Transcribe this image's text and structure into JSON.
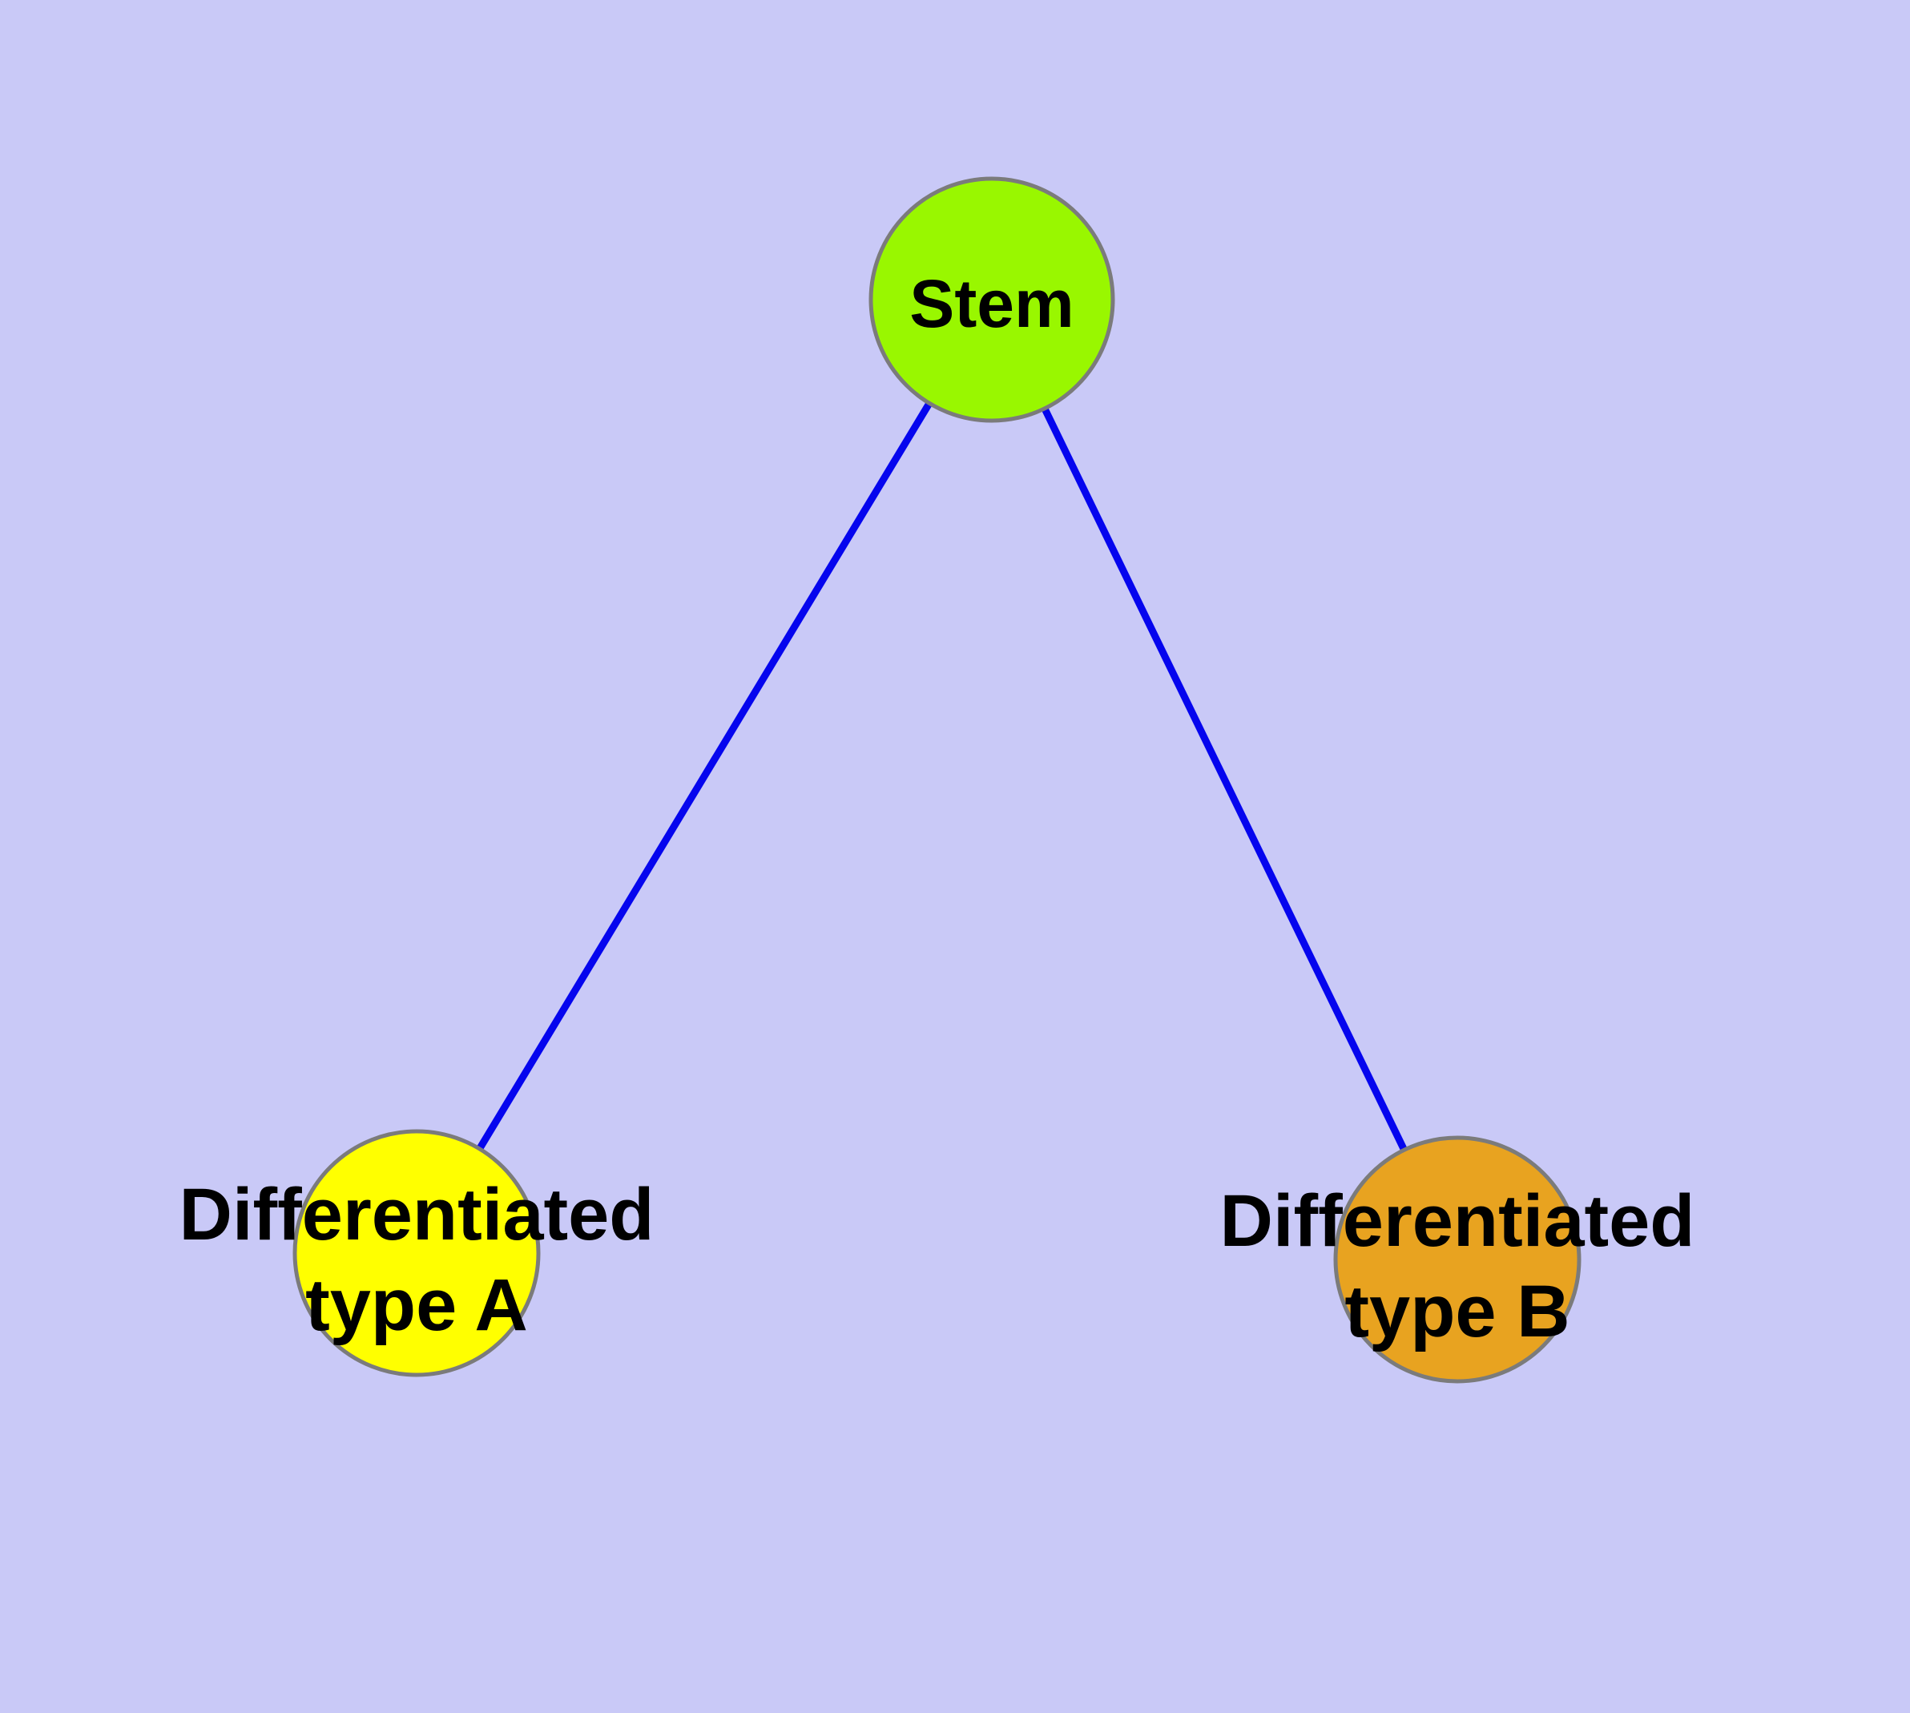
{
  "diagram": {
    "type": "node-link-graph",
    "colors": {
      "background": "#c9c9f7",
      "edge": "#0505ee",
      "node_border": "#7b7b7b",
      "label_text": "#000000",
      "stem_node_fill": "#99f700",
      "type_a_node_fill": "#ffff00",
      "type_b_node_fill": "#e8a320"
    },
    "nodes": [
      {
        "id": "stem",
        "label": "Stem",
        "fill_color": "#99f700"
      },
      {
        "id": "differentiated-type-a",
        "label_line1": "Differentiated",
        "label_line2": "type A",
        "fill_color": "#ffff00"
      },
      {
        "id": "differentiated-type-b",
        "label_line1": "Differentiated",
        "label_line2": "type B",
        "fill_color": "#e8a320"
      }
    ],
    "edges": [
      {
        "from": "stem",
        "to": "differentiated-type-a"
      },
      {
        "from": "stem",
        "to": "differentiated-type-b"
      }
    ]
  }
}
